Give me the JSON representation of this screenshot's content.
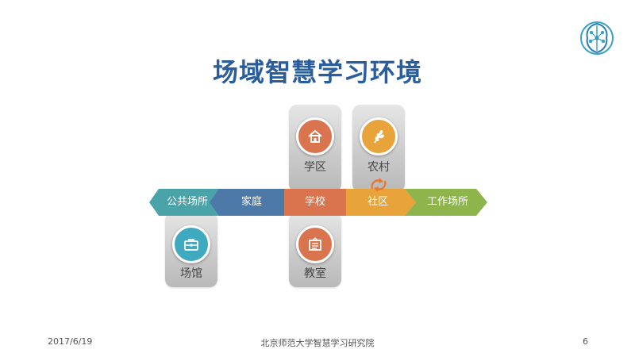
{
  "title": "场域智慧学习环境",
  "top_cards": [
    {
      "label": "学区",
      "icon": "house-icon",
      "color": "#d9744f"
    },
    {
      "label": "农村",
      "icon": "wheat-icon",
      "color": "#e8a33a"
    }
  ],
  "bottom_cards": [
    {
      "label": "场馆",
      "icon": "briefcase-icon",
      "color": "#3fa9c0"
    },
    {
      "label": "教室",
      "icon": "book-icon",
      "color": "#d9744f"
    }
  ],
  "chain": [
    {
      "label": "公共场所",
      "color": "#4aa3a8"
    },
    {
      "label": "家庭",
      "color": "#4d79a8"
    },
    {
      "label": "学校",
      "color": "#d9744f"
    },
    {
      "label": "社区",
      "color": "#e8a33a"
    },
    {
      "label": "工作场所",
      "color": "#8db54b"
    }
  ],
  "connector_icon": "cycle-arrows-icon",
  "footer": {
    "date": "2017/6/19",
    "organization": "北京师范大学智慧学习研究院",
    "page_number": "6"
  }
}
